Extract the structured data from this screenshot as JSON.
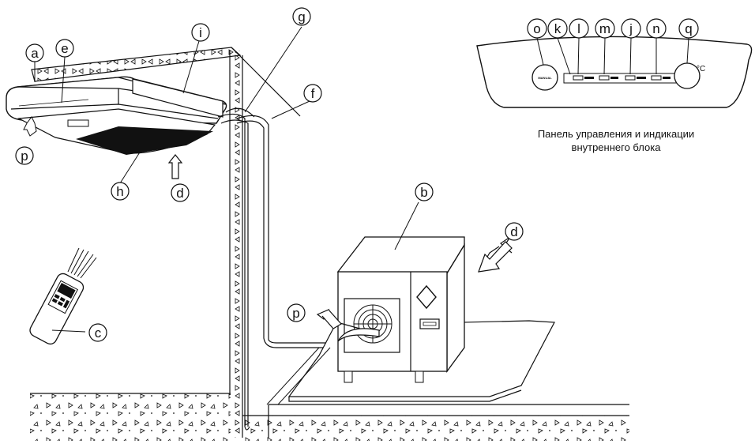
{
  "panel_caption": {
    "line1": "Панель управления и индикации",
    "line2": "внутреннего блока"
  },
  "panel": {
    "manual_label": "MANUAL",
    "degree_symbol": "°C"
  },
  "callouts": {
    "a": "a",
    "b": "b",
    "c": "c",
    "d": "d",
    "e": "e",
    "f": "f",
    "g": "g",
    "h": "h",
    "i": "i",
    "j": "j",
    "k": "k",
    "l": "l",
    "m": "m",
    "n": "n",
    "o": "o",
    "p": "p",
    "q": "q"
  },
  "colors": {
    "line": "#111111",
    "fill_dark": "#111111",
    "background": "#ffffff"
  }
}
